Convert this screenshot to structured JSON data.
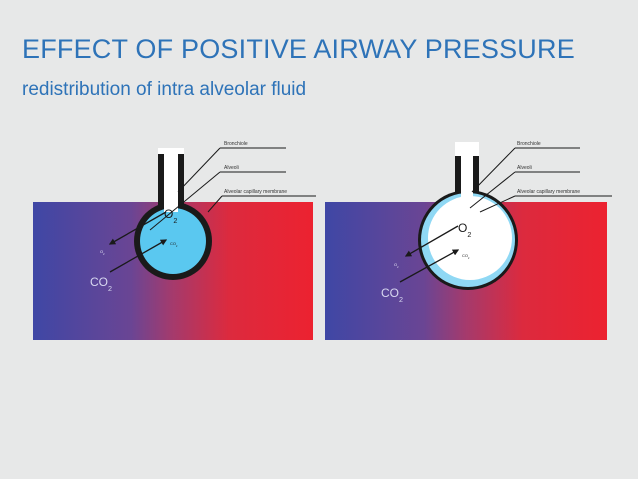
{
  "header": {
    "title": "EFFECT OF POSITIVE AIRWAY PRESSURE",
    "subtitle": "redistribution of intra alveolar fluid"
  },
  "colors": {
    "title": "#2e73b8",
    "background": "#e7e8e8",
    "gradient_left": "#3f47a5",
    "gradient_right": "#ec2230",
    "alveolar_fluid": "#5ac8f0",
    "alveolus_air": "#ffffff",
    "arrow": "#1a1a1a"
  },
  "diagrams": [
    {
      "labels": {
        "bronchiole": "Bronchiole",
        "alveoli": "Alveoli",
        "membrane": "Alveolar capillary membrane"
      },
      "gases": {
        "o2_big": "O2",
        "co2_big": "CO2",
        "o2_small": "O2",
        "co2_small": "CO2"
      }
    },
    {
      "labels": {
        "bronchiole": "Bronchiole",
        "alveoli": "Alveoli",
        "membrane": "Alveolar capillary membrane"
      },
      "gases": {
        "o2_big": "O2",
        "co2_big": "CO2",
        "o2_small": "O2",
        "co2_small": "CO2"
      }
    }
  ]
}
